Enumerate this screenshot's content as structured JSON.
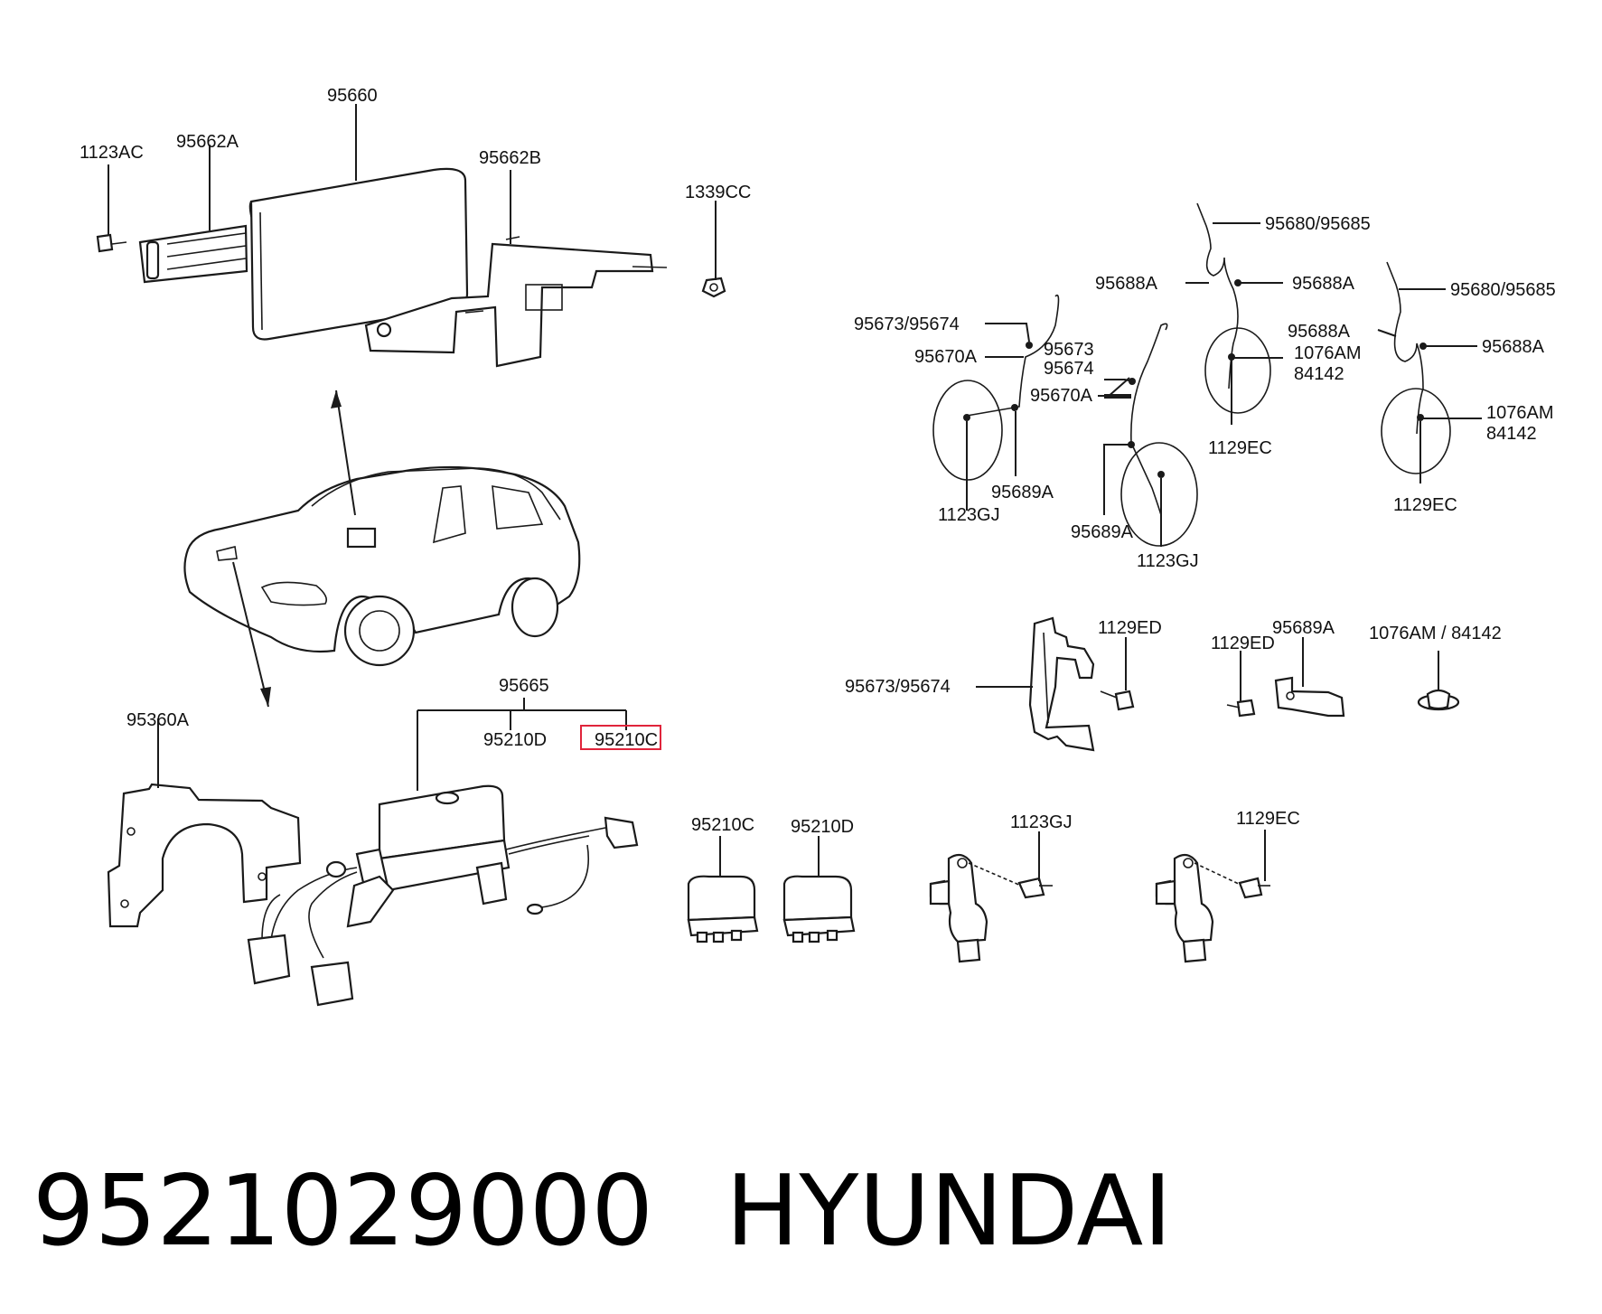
{
  "diagram": {
    "highlight_color": "#e0243b",
    "labels": {
      "l_95660": "95660",
      "l_1123AC": "1123AC",
      "l_95662A": "95662A",
      "l_95662B": "95662B",
      "l_1339CC": "1339CC",
      "l_95680_95685_a": "95680/95685",
      "l_95688A_a": "95688A",
      "l_95688A_b": "95688A",
      "l_95680_95685_b": "95680/95685",
      "l_95673_95674_a": "95673/95674",
      "l_95688A_c": "95688A",
      "l_95688A_d": "95688A",
      "l_95670A_a": "95670A",
      "l_95673": "95673",
      "l_95674": "95674",
      "l_1076AM_a": "1076AM",
      "l_84142_a": "84142",
      "l_95670A_b": "95670A",
      "l_1076AM_b": "1076AM",
      "l_84142_b": "84142",
      "l_1129EC_a": "1129EC",
      "l_95689A_a": "95689A",
      "l_1123GJ_a": "1123GJ",
      "l_1129EC_b": "1129EC",
      "l_95689A_b": "95689A",
      "l_1123GJ_b": "1123GJ",
      "l_1129ED_a": "1129ED",
      "l_1129ED_b": "1129ED",
      "l_95689A_c": "95689A",
      "l_1076AM_84142": "1076AM / 84142",
      "l_95673_95674_b": "95673/95674",
      "l_95665": "95665",
      "l_95360A": "95360A",
      "l_95210D_a": "95210D",
      "l_95210C_a": "95210C",
      "l_95210C_b": "95210C",
      "l_95210D_b": "95210D",
      "l_1123GJ_c": "1123GJ",
      "l_1129EC_c": "1129EC"
    }
  },
  "caption": {
    "part_number": "9521029000",
    "brand": "HYUNDAI"
  }
}
